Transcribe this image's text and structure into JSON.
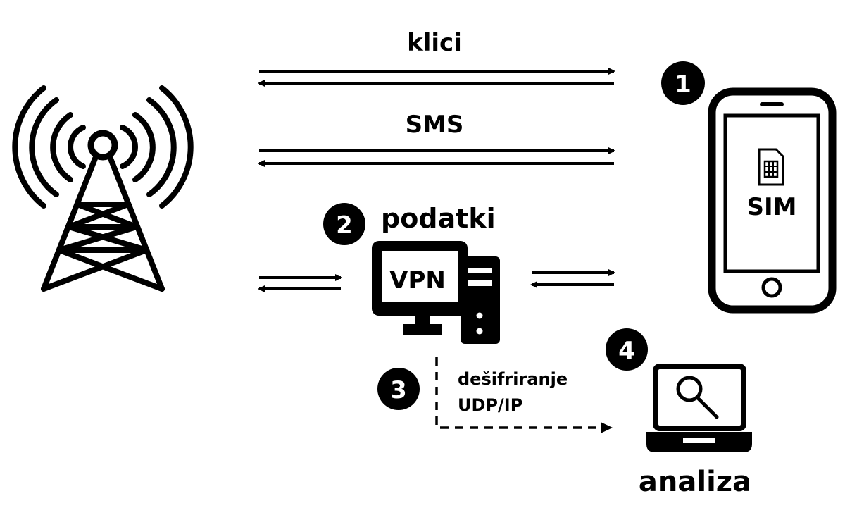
{
  "labels": {
    "calls": "klici",
    "sms": "SMS",
    "data": "podatki",
    "vpn": "VPN",
    "sim": "SIM",
    "decrypt_line1": "dešifriranje",
    "decrypt_line2": "UDP/IP",
    "analysis": "analiza"
  },
  "badges": {
    "one": "1",
    "two": "2",
    "three": "3",
    "four": "4"
  },
  "colors": {
    "ink": "#000000",
    "background": "#ffffff"
  }
}
